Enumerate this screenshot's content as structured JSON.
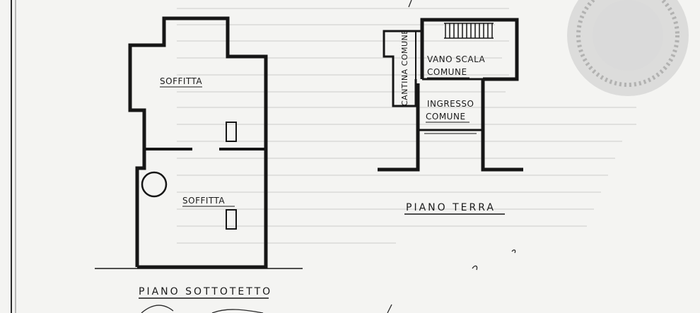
{
  "plan_sottotetto": {
    "title": "PIANO SOTTOTETTO",
    "room_upper": "SOFFITTA",
    "room_lower": "SOFFITTA"
  },
  "plan_terra": {
    "title": "PIANO TERRA",
    "cantina": "CANTINA COMUNE",
    "vano_line1": "VANO SCALA",
    "vano_line2": "COMUNE",
    "ingresso_line1": "INGRESSO",
    "ingresso_line2": "COMUNE"
  },
  "colors": {
    "paper": "#f4f4f2",
    "ink": "#161616",
    "stamp": "#b8b8b8"
  }
}
